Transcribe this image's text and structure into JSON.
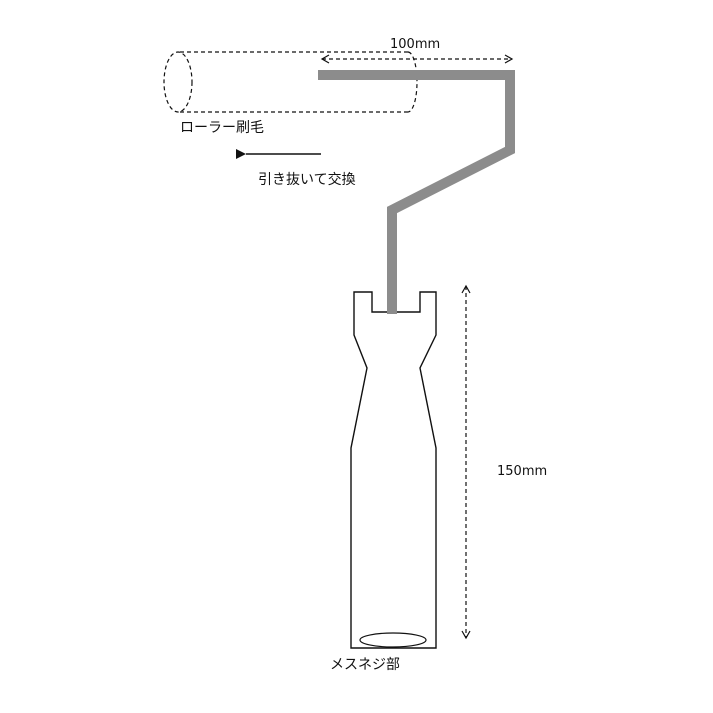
{
  "labels": {
    "width_dimension": "100mm",
    "roller_brush": "ローラー刷毛",
    "pull_out_exchange": "引き抜いて交換",
    "handle_dimension": "150mm",
    "female_thread": "メスネジ部"
  },
  "colors": {
    "frame_rod": "#8c8c8c",
    "outline": "#111111",
    "background": "#ffffff"
  }
}
